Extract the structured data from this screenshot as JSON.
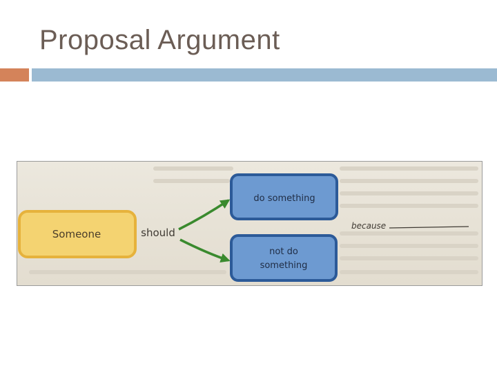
{
  "slide": {
    "title": "Proposal Argument"
  },
  "colors": {
    "accent_bar": "#d4835a",
    "main_bar": "#9bbad2",
    "title_text": "#6b5d55",
    "subject_fill": "#f4d371",
    "subject_border": "#e6b23c",
    "option_fill": "#6d9ad1",
    "option_border": "#2c5a98",
    "arrow": "#3a8a2e"
  },
  "diagram": {
    "subject_label": "Someone",
    "modal_label": "should",
    "option_top_label": "do something",
    "option_bottom_line1": "not do",
    "option_bottom_line2": "something",
    "reason_label": "because"
  }
}
